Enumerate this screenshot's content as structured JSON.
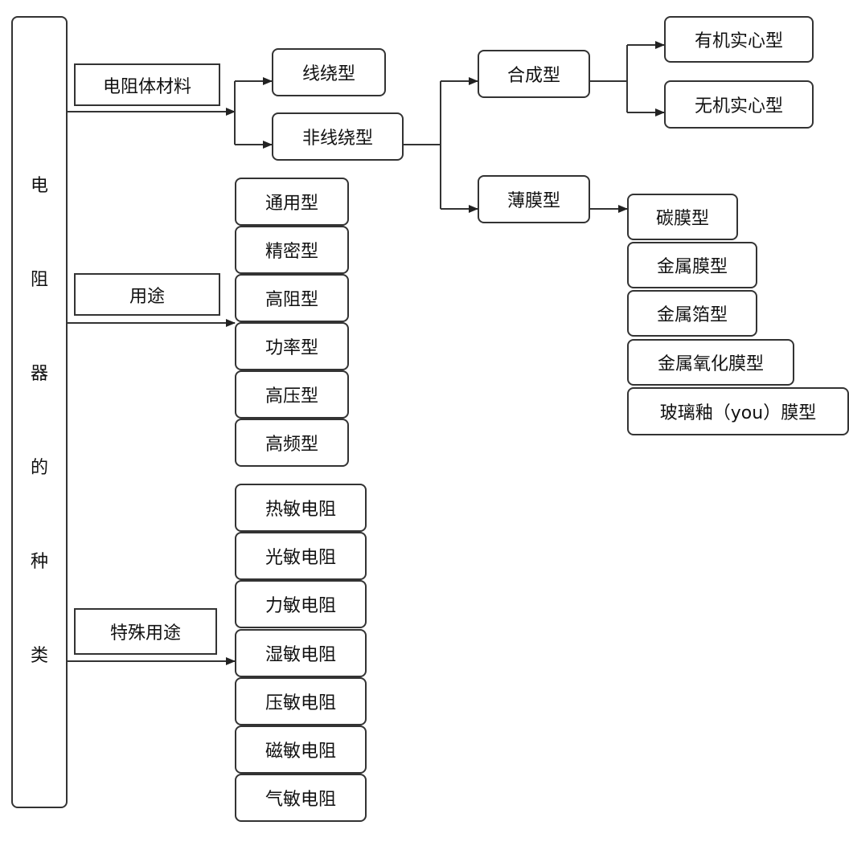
{
  "root": {
    "chars": [
      "电",
      "阻",
      "器",
      "的",
      "种",
      "类"
    ]
  },
  "branches": {
    "material": "电阻体材料",
    "usage": "用途",
    "special": "特殊用途"
  },
  "material": {
    "wirewound": "线绕型",
    "non_wirewound": "非线绕型",
    "synthetic": "合成型",
    "organic_solid": "有机实心型",
    "inorganic_solid": "无机实心型",
    "thin_film": "薄膜型",
    "films": [
      "碳膜型",
      "金属膜型",
      "金属箔型",
      "金属氧化膜型",
      "玻璃釉（you）膜型"
    ]
  },
  "usage_items": [
    "通用型",
    "精密型",
    "高阻型",
    "功率型",
    "高压型",
    "高频型"
  ],
  "special_items": [
    "热敏电阻",
    "光敏电阻",
    "力敏电阻",
    "湿敏电阻",
    "压敏电阻",
    "磁敏电阻",
    "气敏电阻"
  ],
  "colors": {
    "line": "#333333",
    "border": "#333333",
    "text": "#111111"
  }
}
